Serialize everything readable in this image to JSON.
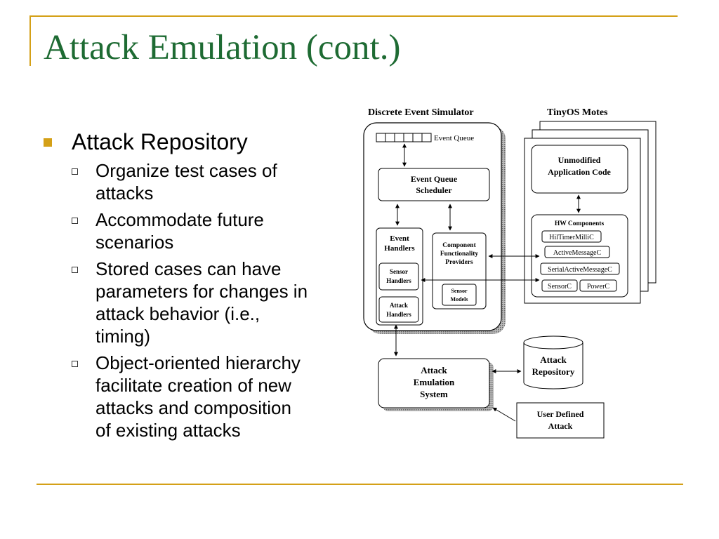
{
  "slide": {
    "title": "Attack Emulation (cont.)"
  },
  "bullets": {
    "level1": "Attack Repository",
    "items": [
      "Organize test cases of attacks",
      "Accommodate future scenarios",
      "Stored cases can have parameters for changes in attack behavior (i.e., timing)",
      "Object-oriented hierarchy facilitate creation of new attacks and composition of existing attacks"
    ],
    "lines": [
      [
        "Organize test cases of",
        "attacks"
      ],
      [
        "Accommodate future",
        "scenarios"
      ],
      [
        "Stored cases can have",
        "parameters for changes in",
        "attack behavior (i.e.,",
        "timing)"
      ],
      [
        "Object-oriented hierarchy",
        "facilitate creation of new",
        "attacks and composition",
        "of existing attacks"
      ]
    ]
  },
  "diagram": {
    "simulator_title": "Discrete Event Simulator",
    "motes_title": "TinyOS Motes",
    "event_queue": "Event Queue",
    "scheduler": [
      "Event Queue",
      "Scheduler"
    ],
    "event_handlers": [
      "Event",
      "Handlers"
    ],
    "sensor_handlers": [
      "Sensor",
      "Handlers"
    ],
    "attack_handlers": [
      "Attack",
      "Handlers"
    ],
    "component_providers": [
      "Component",
      "Functionality",
      "Providers"
    ],
    "sensor_models": [
      "Sensor",
      "Models"
    ],
    "app_code": [
      "Unmodified",
      "Application Code"
    ],
    "hw_components": "HW Components",
    "hw_items": [
      "HilTimerMilliC",
      "ActiveMessageC",
      "SerialActiveMessageC",
      "SensorC",
      "PowerC"
    ],
    "attack_emulation": [
      "Attack",
      "Emulation",
      "System"
    ],
    "attack_repository": [
      "Attack",
      "Repository"
    ],
    "user_defined": [
      "User Defined",
      "Attack"
    ]
  },
  "colors": {
    "frame": "#d4a017",
    "title": "#1e6b33",
    "bullet": "#d4a017"
  }
}
